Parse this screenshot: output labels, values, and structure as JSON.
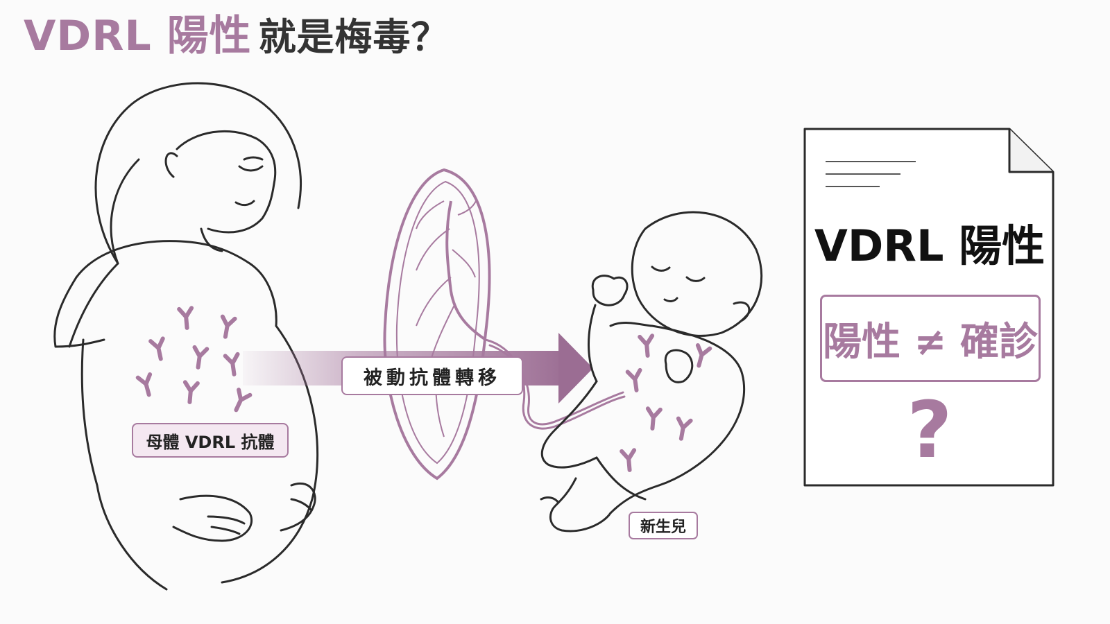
{
  "title": {
    "accent": "VDRL 陽性",
    "rest": "就是梅毒？"
  },
  "labels": {
    "maternal_antibody": "母體 VDRL 抗體",
    "passive_transfer": "被動抗體轉移",
    "newborn": "新生兒"
  },
  "report": {
    "headline": "VDRL 陽性",
    "boxed_text": "陽性 ≠ 確診",
    "mark": "?"
  },
  "colors": {
    "accent": "#a77a9f",
    "line": "#2a2a2a",
    "soft_fill": "#f4e8f1"
  },
  "icons": {
    "antibody": "antibody-y-icon",
    "arrow": "arrow-right-icon",
    "document": "document-icon"
  }
}
